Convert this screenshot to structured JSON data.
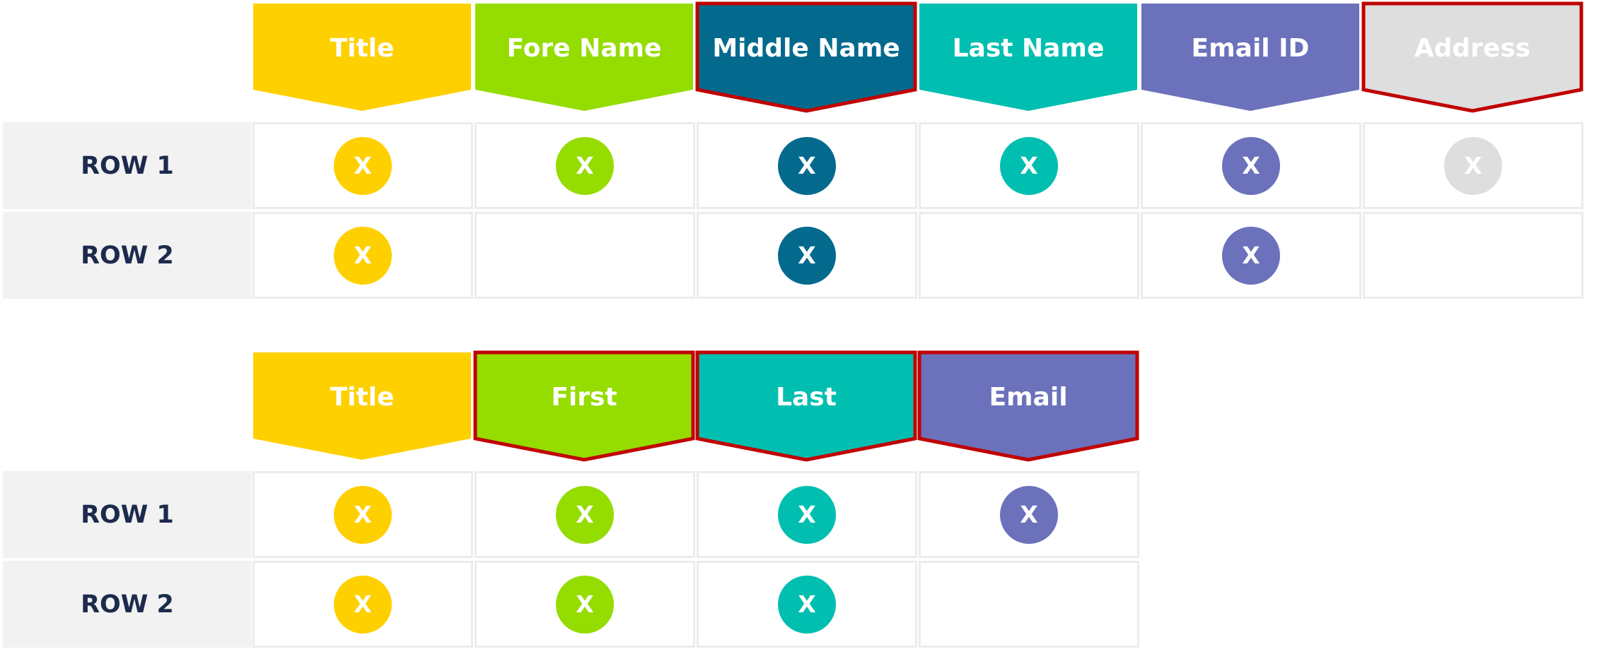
{
  "colors": {
    "title": "#ffd000",
    "fore_name": "#95dc00",
    "middle_name": "#036a8e",
    "last_name": "#00bfb0",
    "email_id": "#6b71ba",
    "address": "#dedede",
    "highlight_border": "#c00000"
  },
  "table1": {
    "headers": [
      {
        "label": "Title",
        "color": "#ffd000",
        "highlighted": false
      },
      {
        "label": "Fore Name",
        "color": "#95dc00",
        "highlighted": false
      },
      {
        "label": "Middle Name",
        "color": "#036a8e",
        "highlighted": true
      },
      {
        "label": "Last Name",
        "color": "#00bfb0",
        "highlighted": false
      },
      {
        "label": "Email ID",
        "color": "#6b71ba",
        "highlighted": false
      },
      {
        "label": "Address",
        "color": "#dedede",
        "highlighted": true
      }
    ],
    "rows": [
      {
        "label": "ROW 1",
        "marks": [
          "X",
          "X",
          "X",
          "X",
          "X",
          "X"
        ]
      },
      {
        "label": "ROW 2",
        "marks": [
          "X",
          "",
          "X",
          "",
          "X",
          ""
        ]
      }
    ]
  },
  "table2": {
    "headers": [
      {
        "label": "Title",
        "color": "#ffd000",
        "highlighted": false
      },
      {
        "label": "First",
        "color": "#95dc00",
        "highlighted": true
      },
      {
        "label": "Last",
        "color": "#00bfb0",
        "highlighted": true
      },
      {
        "label": "Email",
        "color": "#6b71ba",
        "highlighted": true
      }
    ],
    "rows": [
      {
        "label": "ROW 1",
        "marks": [
          "X",
          "X",
          "X",
          "X"
        ]
      },
      {
        "label": "ROW 2",
        "marks": [
          "X",
          "X",
          "X",
          ""
        ]
      }
    ]
  }
}
